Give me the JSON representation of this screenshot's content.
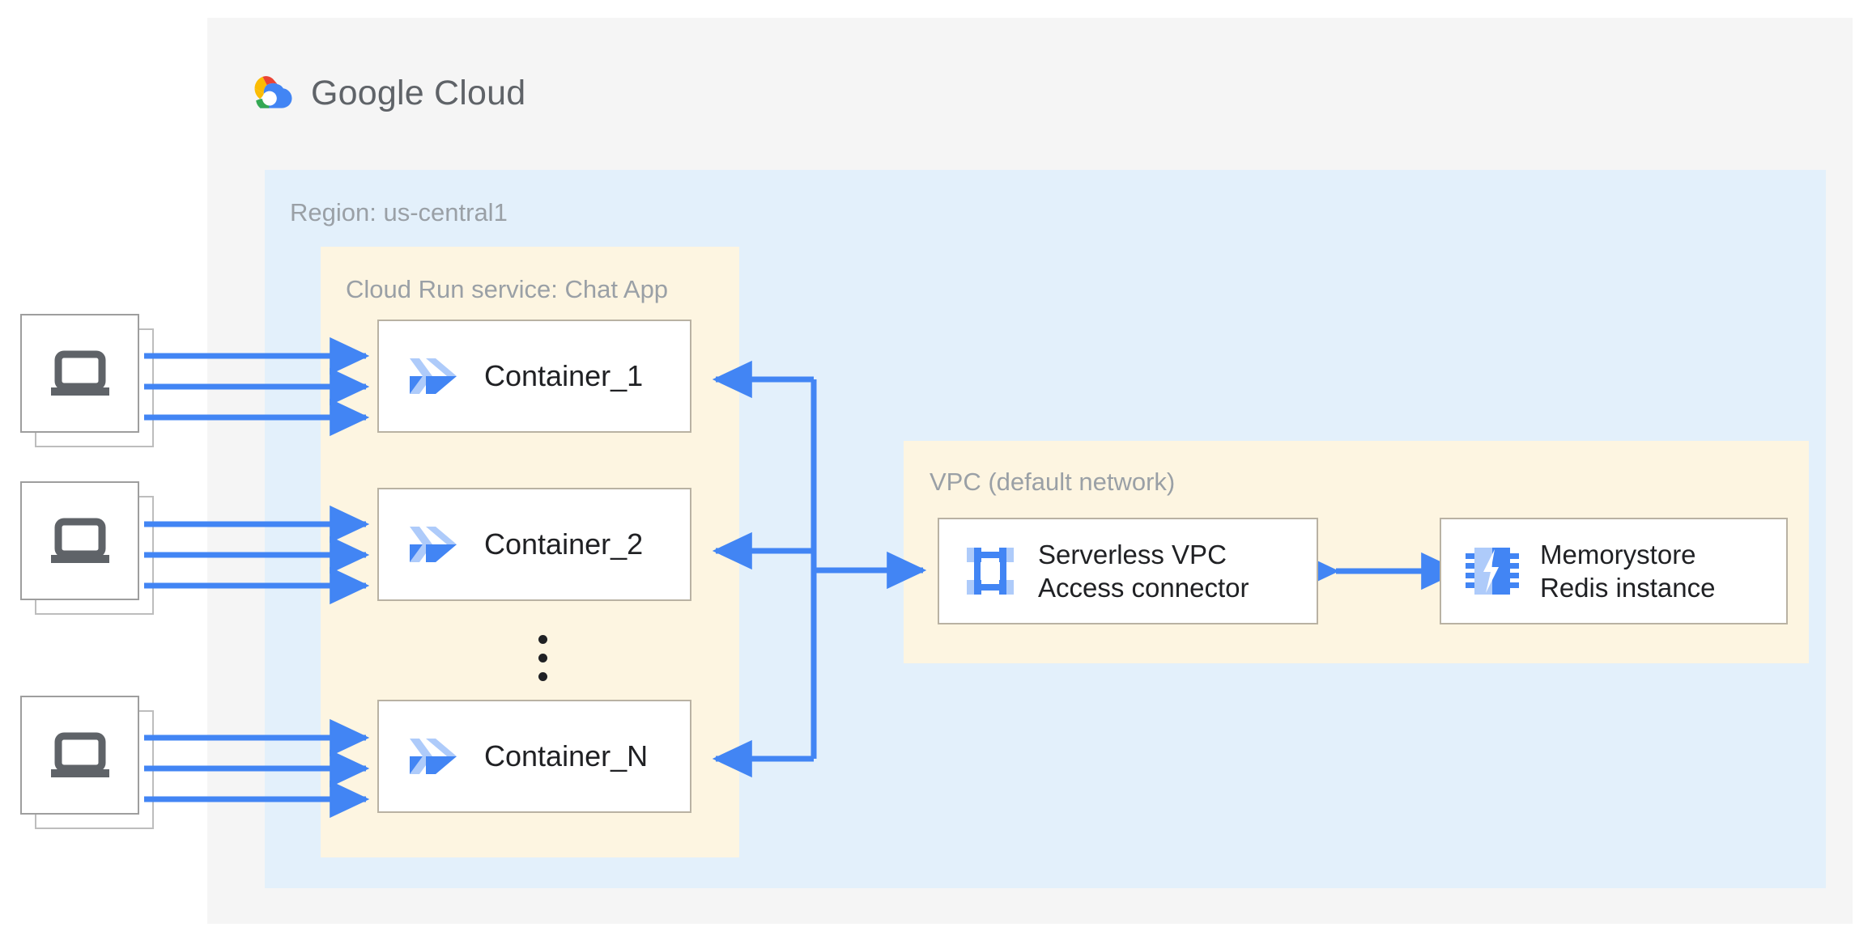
{
  "brand": {
    "logo_icon": "google-cloud-logo-icon",
    "name_bold": "Google",
    "name_light": "Cloud",
    "colors": {
      "red": "#EA4335",
      "yellow": "#FBBC04",
      "green": "#34A853",
      "blue": "#4285F4",
      "arrow_blue": "#4285F4",
      "icon_light_blue": "#AECBFA",
      "panel_gray": "#F5F5F5",
      "region_blue": "#E3F0FB",
      "service_cream": "#FDF5E1",
      "label_gray": "#9AA0A6",
      "text_dark": "#202124",
      "device_gray": "#5F6368"
    }
  },
  "region": {
    "label": "Region: us-central1"
  },
  "service": {
    "label": "Cloud Run service: Chat App",
    "containers": [
      {
        "label": "Container_1",
        "icon": "cloud-run-icon"
      },
      {
        "label": "Container_2",
        "icon": "cloud-run-icon"
      },
      {
        "label": "Container_N",
        "icon": "cloud-run-icon"
      }
    ],
    "ellipsis": "vertical-ellipsis"
  },
  "vpc": {
    "label": "VPC (default network)",
    "nodes": [
      {
        "label_line1": "Serverless VPC",
        "label_line2": "Access connector",
        "icon": "serverless-vpc-access-connector-icon"
      },
      {
        "label_line1": "Memorystore",
        "label_line2": "Redis instance",
        "icon": "memorystore-redis-icon"
      }
    ]
  },
  "clients": [
    {
      "icon": "laptop-icon",
      "arrows": 3
    },
    {
      "icon": "laptop-icon",
      "arrows": 3
    },
    {
      "icon": "laptop-icon",
      "arrows": 3
    }
  ],
  "connections": {
    "client_to_container": "3 arrows per client pointing right into container",
    "bus_to_containers": "arrows pointing left into each container from shared vertical bus",
    "bus_to_vpc_connector": "arrow pointing right into Serverless VPC Access connector",
    "connector_to_redis": "bidirectional arrow"
  }
}
